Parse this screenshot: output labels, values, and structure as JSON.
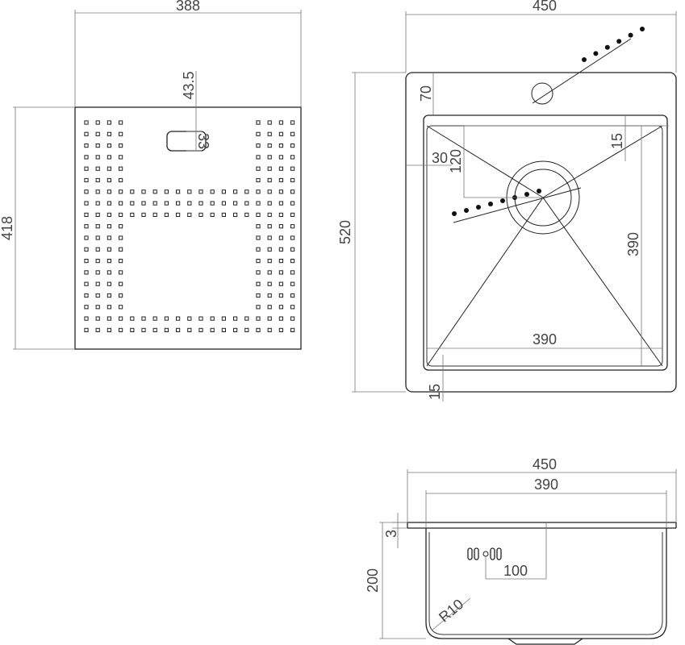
{
  "colors": {
    "line": "#222222",
    "dimension": "#777777",
    "text": "#444444"
  },
  "grid_panel": {
    "width_label": "388",
    "height_label": "418",
    "slot_offset_label": "43.5",
    "slot_height_label": "33"
  },
  "top_view": {
    "outer_width_label": "450",
    "outer_height_label": "520",
    "tap_offset_label": "70",
    "corner_offset_label": "15",
    "side_gap_label": "30",
    "drain_offset_label": "120",
    "inner_height_label": "390",
    "inner_width_label": "390",
    "bottom_margin_label": "15"
  },
  "side_view": {
    "outer_width_label": "450",
    "inner_width_label": "390",
    "rim_label": "3",
    "depth_label": "200",
    "overflow_label": "100",
    "radius_label": "R10"
  }
}
